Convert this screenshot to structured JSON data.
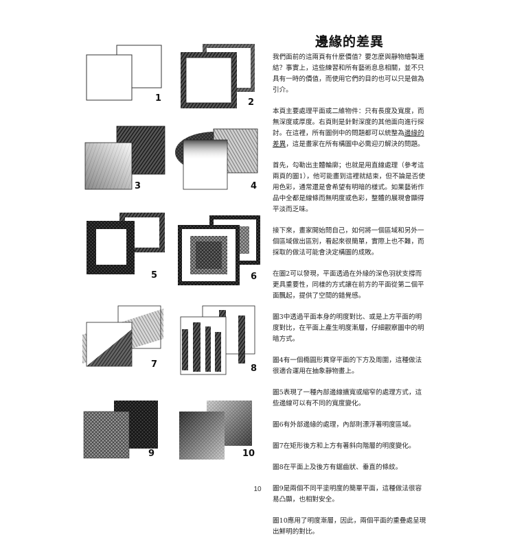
{
  "title": "邊緣的差異",
  "paragraphs": [
    {
      "text": "我們面前的這兩頁有什麼價值？要怎麼與靜物繪製連結？事實上，這些練習和所有藝術息息相關，並不只具有一時的價值，而使用它們的目的也可以只是做為引介。"
    },
    {
      "before": "本頁主要處理平面或二維物件：只有長度及寬度，而無深度或厚度。右頁則是針對深度的其他面向進行探討。在這裡，所有圖例中的問題都可以統整為",
      "underlined": "邊緣的差異",
      "after": "，這是畫家在所有構圖中必需迎刃解決的問題。"
    },
    {
      "text": "首先，勾勒出主體輪廓；也就是用直線處理（參考這兩頁的圖1），他可能畫到這裡就結束，但不論是否使用色彩，通常還是會希望有明暗的樣式。如果藝術作品中全都是線條而無明度或色彩，整體的展現會顯得平淡而乏味。"
    },
    {
      "text": "接下來，畫家開始問自己，如何將一個區域和另外一個區域做出區別，看起來很簡單，實際上也不難，而採取的做法可能會決定構圖的成敗。"
    },
    {
      "text": "在圖2可以發現，平面透過在外緣的深色羽狀支撐而更具重要性，同樣的方式讓在前方的平面從第二個平面飄起，提供了空間的錯覺感。"
    },
    {
      "text": "圖3中透過平面本身的明度對比、或是上方平面的明度對比，在平面上產生明度漸層，仔細觀察圖中的明暗方式。"
    },
    {
      "text": "圖4有一個橢圓形貫穿平面的下方及周圍，這種做法很適合運用在抽象靜物畫上。"
    },
    {
      "text": "圖5表現了一種內部邊線擴寬或縮窄的處理方式，這些邊線可以有不同的寬度變化。"
    },
    {
      "text": "圖6有外部邊緣的處理，內部則漂浮著明度區域。"
    },
    {
      "text": "圖7在矩形後方和上方有著斜向階層的明度變化。"
    },
    {
      "text": "圖8在平面上及後方有鋸齒狀、垂直的條紋。"
    },
    {
      "text": "圖9是兩個不同平塗明度的簡單平面，這種做法很容易凸顯，也相對安全。"
    },
    {
      "text": "圖10應用了明度漸層，因此，兩個平面的重疊處呈現出鮮明的對比。"
    }
  ],
  "figures": [
    {
      "number": "1"
    },
    {
      "number": "2"
    },
    {
      "number": "3"
    },
    {
      "number": "4"
    },
    {
      "number": "5"
    },
    {
      "number": "6"
    },
    {
      "number": "7"
    },
    {
      "number": "8"
    },
    {
      "number": "9"
    },
    {
      "number": "10"
    }
  ],
  "page_number": "10",
  "colors": {
    "ink": "#1a1a1a",
    "shade_dark": "#2a2a2a",
    "shade_mid": "#777777",
    "paper": "#ffffff"
  }
}
